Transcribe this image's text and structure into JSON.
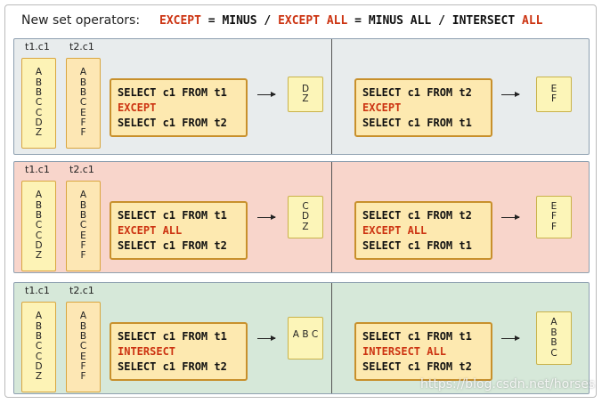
{
  "header": {
    "title": "New set operators:",
    "ops": [
      {
        "text": "EXCEPT",
        "red": true
      },
      {
        "text": " = MINUS / ",
        "red": false
      },
      {
        "text": "EXCEPT ALL",
        "red": true
      },
      {
        "text": " = MINUS ALL / INTERSECT ",
        "red": false
      },
      {
        "text": "ALL",
        "red": true
      }
    ]
  },
  "colors": {
    "except": "#f8d5cb",
    "intersect": "#d6e8d9",
    "minus": "#e8eced",
    "keyword": "#cc3311"
  },
  "sections": [
    {
      "name": "except",
      "t1_label": "t1.c1",
      "t2_label": "t2.c1",
      "t1_values": [
        "A",
        "B",
        "B",
        "C",
        "C",
        "D",
        "Z"
      ],
      "t2_values": [
        "A",
        "B",
        "B",
        "C",
        "E",
        "F",
        "F"
      ],
      "left": {
        "lines": [
          {
            "text": "SELECT c1 FROM t1",
            "red": false
          },
          {
            "text": "EXCEPT",
            "red": true
          },
          {
            "text": "SELECT c1 FROM t2",
            "red": false
          }
        ],
        "result": [
          "D",
          "Z"
        ]
      },
      "right": {
        "lines": [
          {
            "text": "SELECT c1 FROM t2",
            "red": false
          },
          {
            "text": "EXCEPT",
            "red": true
          },
          {
            "text": "SELECT c1 FROM t1",
            "red": false
          }
        ],
        "result": [
          "E",
          "F"
        ]
      }
    },
    {
      "name": "except-all",
      "t1_label": "t1.c1",
      "t2_label": "t2.c1",
      "t1_values": [
        "A",
        "B",
        "B",
        "C",
        "C",
        "D",
        "Z"
      ],
      "t2_values": [
        "A",
        "B",
        "B",
        "C",
        "E",
        "F",
        "F"
      ],
      "left": {
        "lines": [
          {
            "text": "SELECT c1 FROM t1",
            "red": false
          },
          {
            "text": "EXCEPT ALL",
            "red": true
          },
          {
            "text": "SELECT c1 FROM t2",
            "red": false
          }
        ],
        "result": [
          "C",
          "D",
          "Z"
        ]
      },
      "right": {
        "lines": [
          {
            "text": "SELECT c1 FROM t2",
            "red": false
          },
          {
            "text": "EXCEPT ALL",
            "red": true
          },
          {
            "text": "SELECT c1 FROM t1",
            "red": false
          }
        ],
        "result": [
          "E",
          "F",
          "F"
        ]
      }
    },
    {
      "name": "intersect",
      "t1_label": "t1.c1",
      "t2_label": "t2.c1",
      "t1_values": [
        "A",
        "B",
        "B",
        "C",
        "C",
        "D",
        "Z"
      ],
      "t2_values": [
        "A",
        "B",
        "B",
        "C",
        "E",
        "F",
        "F"
      ],
      "left": {
        "lines": [
          {
            "text": "SELECT c1 FROM t1",
            "red": false
          },
          {
            "text": "INTERSECT",
            "red": true
          },
          {
            "text": "SELECT c1 FROM t2",
            "red": false
          }
        ],
        "result": [
          "A",
          "B",
          "C"
        ]
      },
      "right": {
        "lines": [
          {
            "text": "SELECT c1 FROM t1",
            "red": false
          },
          {
            "text": "INTERSECT ALL",
            "red": true
          },
          {
            "text": "SELECT c1 FROM t2",
            "red": false
          }
        ],
        "result": [
          "A",
          "B",
          "B",
          "C"
        ]
      }
    }
  ],
  "watermark": "https://blog.csdn.net/horses"
}
